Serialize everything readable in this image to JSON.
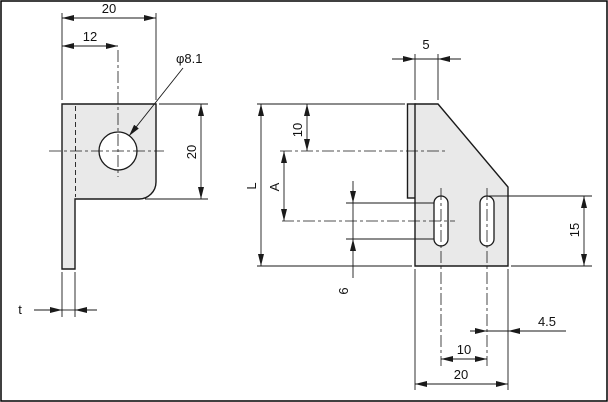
{
  "colors": {
    "background": "#ffffff",
    "line": "#1a1a1a",
    "metal_fill": "#e9e9e9"
  },
  "front_view": {
    "width": "20",
    "hole_offset": "12",
    "hole_diameter": "φ8.1",
    "height": "20",
    "thickness": "t"
  },
  "side_view": {
    "top_flat": "5",
    "hole_center_from_top": "10",
    "dim_a": "A",
    "overall_length": "L",
    "slot_zone_height": "15",
    "slot_length": "6",
    "slot_edge_offset": "4.5",
    "slot_pitch": "10",
    "width": "20"
  }
}
